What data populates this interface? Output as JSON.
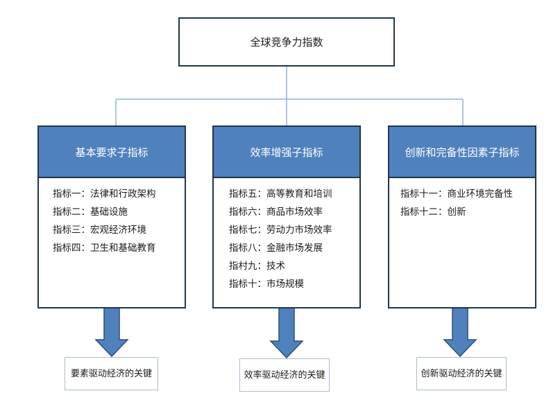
{
  "root": {
    "label": "全球竞争力指数"
  },
  "columns": [
    {
      "title": "基本要求子指标",
      "items": [
        "指标一：法律和行政架构",
        "指标二：基础设施",
        "指标三：宏观经济环境",
        "指标四：卫生和基础教育"
      ],
      "outcome": "要素驱动经济的关键"
    },
    {
      "title": "效率增强子指标",
      "items": [
        "指标五：高等教育和培训",
        "指标六：商品市场效率",
        "指标七：劳动力市场效率",
        "指标八：金融市场发展",
        "指村九：技术",
        "指标十：市场规模"
      ],
      "outcome": "效率驱动经济的关键"
    },
    {
      "title": "创新和完备性因素子指标",
      "items": [
        "指标十一：商业环境完备性",
        "指标十二：创新"
      ],
      "outcome": "创新驱动经济的关键"
    }
  ],
  "colors": {
    "header_fill": "#4f81bd",
    "border": "#1f3550",
    "connector": "#8eb4e3",
    "arrow_fill": "#4f81bd",
    "arrow_stroke": "#2c4f7c"
  }
}
